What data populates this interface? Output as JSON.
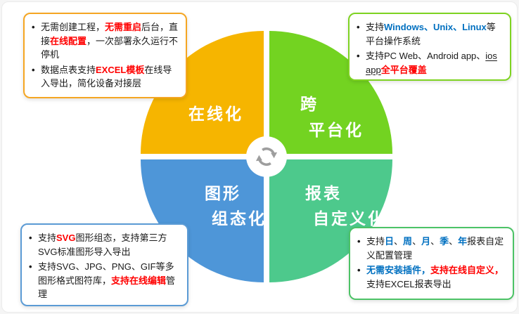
{
  "bullet_marker": "•",
  "colors": {
    "quad-online": "#F6B500",
    "quad-cross": "#73D321",
    "quad-graphic": "#4E96D8",
    "quad-report": "#4DC98C",
    "border-online": "#F5A623",
    "border-cross": "#7ED321",
    "border-graphic": "#5B9BD5",
    "border-report": "#4CC366",
    "text-red": "#FF0000",
    "text-blue": "#0070C0",
    "text-plain": "#1A1A1A",
    "icon-gray": "#9E9E9E"
  },
  "diagram": {
    "quadrants": {
      "online": {
        "label": "在线化"
      },
      "cross_platform": {
        "line1": "跨",
        "line2": "平台化"
      },
      "graphic_config": {
        "line1": "图形",
        "line2": "组态化"
      },
      "report_custom": {
        "line1": "报表",
        "line2": "自定义化"
      }
    },
    "center_icon": "sync-arrows"
  },
  "callouts": {
    "online": {
      "bullets": [
        {
          "segments": [
            {
              "text": "无需创建工程，",
              "style": "plain"
            },
            {
              "text": "无需重启",
              "style": "red"
            },
            {
              "text": "后台，直接",
              "style": "plain"
            },
            {
              "text": "在线配置",
              "style": "red"
            },
            {
              "text": "，一次部署永久运行不停机",
              "style": "plain"
            }
          ]
        },
        {
          "segments": [
            {
              "text": "数据点表支持",
              "style": "plain"
            },
            {
              "text": "EXCEL模板",
              "style": "red"
            },
            {
              "text": "在线导入导出，简化设备对接层",
              "style": "plain"
            }
          ]
        }
      ]
    },
    "cross_platform": {
      "bullets": [
        {
          "segments": [
            {
              "text": "支持",
              "style": "plain"
            },
            {
              "text": "Windows、Unix、Linux",
              "style": "blue"
            },
            {
              "text": "等平台操作系统",
              "style": "plain"
            }
          ]
        },
        {
          "segments": [
            {
              "text": "支持PC Web、Android app、",
              "style": "plain"
            },
            {
              "text": "ios app",
              "style": "underline"
            },
            {
              "text": "全平台覆盖",
              "style": "red"
            }
          ]
        }
      ]
    },
    "graphic_config": {
      "bullets": [
        {
          "segments": [
            {
              "text": "支持",
              "style": "plain"
            },
            {
              "text": "SVG",
              "style": "red"
            },
            {
              "text": "图形组态，支持第三方SVG标准图形导入导出",
              "style": "plain"
            }
          ]
        },
        {
          "segments": [
            {
              "text": "支持SVG、JPG、PNG、GIF等多图形格式图符库，",
              "style": "plain"
            },
            {
              "text": "支持在线编辑",
              "style": "red"
            },
            {
              "text": "管理",
              "style": "plain"
            }
          ]
        }
      ]
    },
    "report_custom": {
      "bullets": [
        {
          "segments": [
            {
              "text": "支持",
              "style": "plain"
            },
            {
              "text": "日",
              "style": "blue"
            },
            {
              "text": "、",
              "style": "plain"
            },
            {
              "text": "周",
              "style": "blue"
            },
            {
              "text": "、",
              "style": "plain"
            },
            {
              "text": "月",
              "style": "blue"
            },
            {
              "text": "、",
              "style": "plain"
            },
            {
              "text": "季",
              "style": "blue"
            },
            {
              "text": "、",
              "style": "plain"
            },
            {
              "text": "年",
              "style": "blue"
            },
            {
              "text": "报表自定义配置管理",
              "style": "plain"
            }
          ]
        },
        {
          "segments": [
            {
              "text": "无需安装插件，",
              "style": "blue"
            },
            {
              "text": "支持在线自定义，",
              "style": "red"
            },
            {
              "text": "支持EXCEL报表导出",
              "style": "plain"
            }
          ]
        }
      ]
    }
  }
}
